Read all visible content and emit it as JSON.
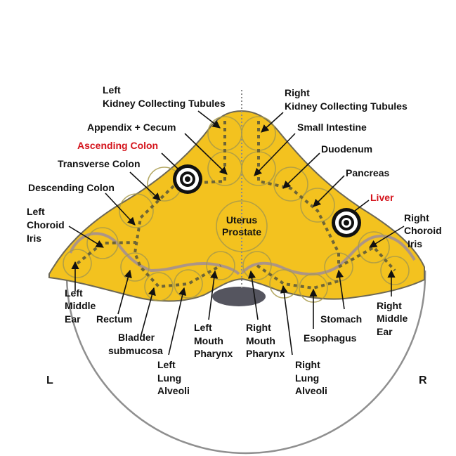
{
  "title": "Meridian organ clock diagram (L/R body map)",
  "colors": {
    "body_fill": "#f3c21f",
    "outline": "#8a7e90",
    "pelvis_shadow": "#5a5a66",
    "highlight_label": "#d4141c",
    "label": "#111111"
  },
  "side_labels": {
    "left": "L",
    "right": "R"
  },
  "center_label": {
    "line1": "Uterus",
    "line2": "Prostate"
  },
  "labels": {
    "left_kidney": {
      "line1": "Left",
      "line2": "Kidney Collecting Tubules"
    },
    "right_kidney": {
      "line1": "Right",
      "line2": "Kidney Collecting Tubules"
    },
    "appendix": "Appendix + Cecum",
    "ascending_colon": "Ascending Colon",
    "transverse_colon": "Transverse Colon",
    "descending_colon": "Descending Colon",
    "small_intestine": "Small Intestine",
    "duodenum": "Duodenum",
    "pancreas": "Pancreas",
    "liver": "Liver",
    "left_choroid": {
      "line1": "Left",
      "line2": "Choroid",
      "line3": "Iris"
    },
    "right_choroid": {
      "line1": "Right",
      "line2": "Choroid",
      "line3": "Iris"
    },
    "left_middle_ear": {
      "line1": "Left",
      "line2": "Middle",
      "line3": "Ear"
    },
    "right_middle_ear": {
      "line1": "Right",
      "line2": "Middle",
      "line3": "Ear"
    },
    "rectum": "Rectum",
    "bladder": {
      "line1": "Bladder",
      "line2": "submucosa"
    },
    "left_lung": {
      "line1": "Left",
      "line2": "Lung",
      "line3": "Alveoli"
    },
    "right_lung": {
      "line1": "Right",
      "line2": "Lung",
      "line3": "Alveoli"
    },
    "left_mouth": {
      "line1": "Left",
      "line2": "Mouth",
      "line3": "Pharynx"
    },
    "right_mouth": {
      "line1": "Right",
      "line2": "Mouth",
      "line3": "Pharynx"
    },
    "stomach": "Stomach",
    "esophagus": "Esophagus"
  },
  "highlighted_targets": [
    "Ascending Colon",
    "Liver"
  ]
}
